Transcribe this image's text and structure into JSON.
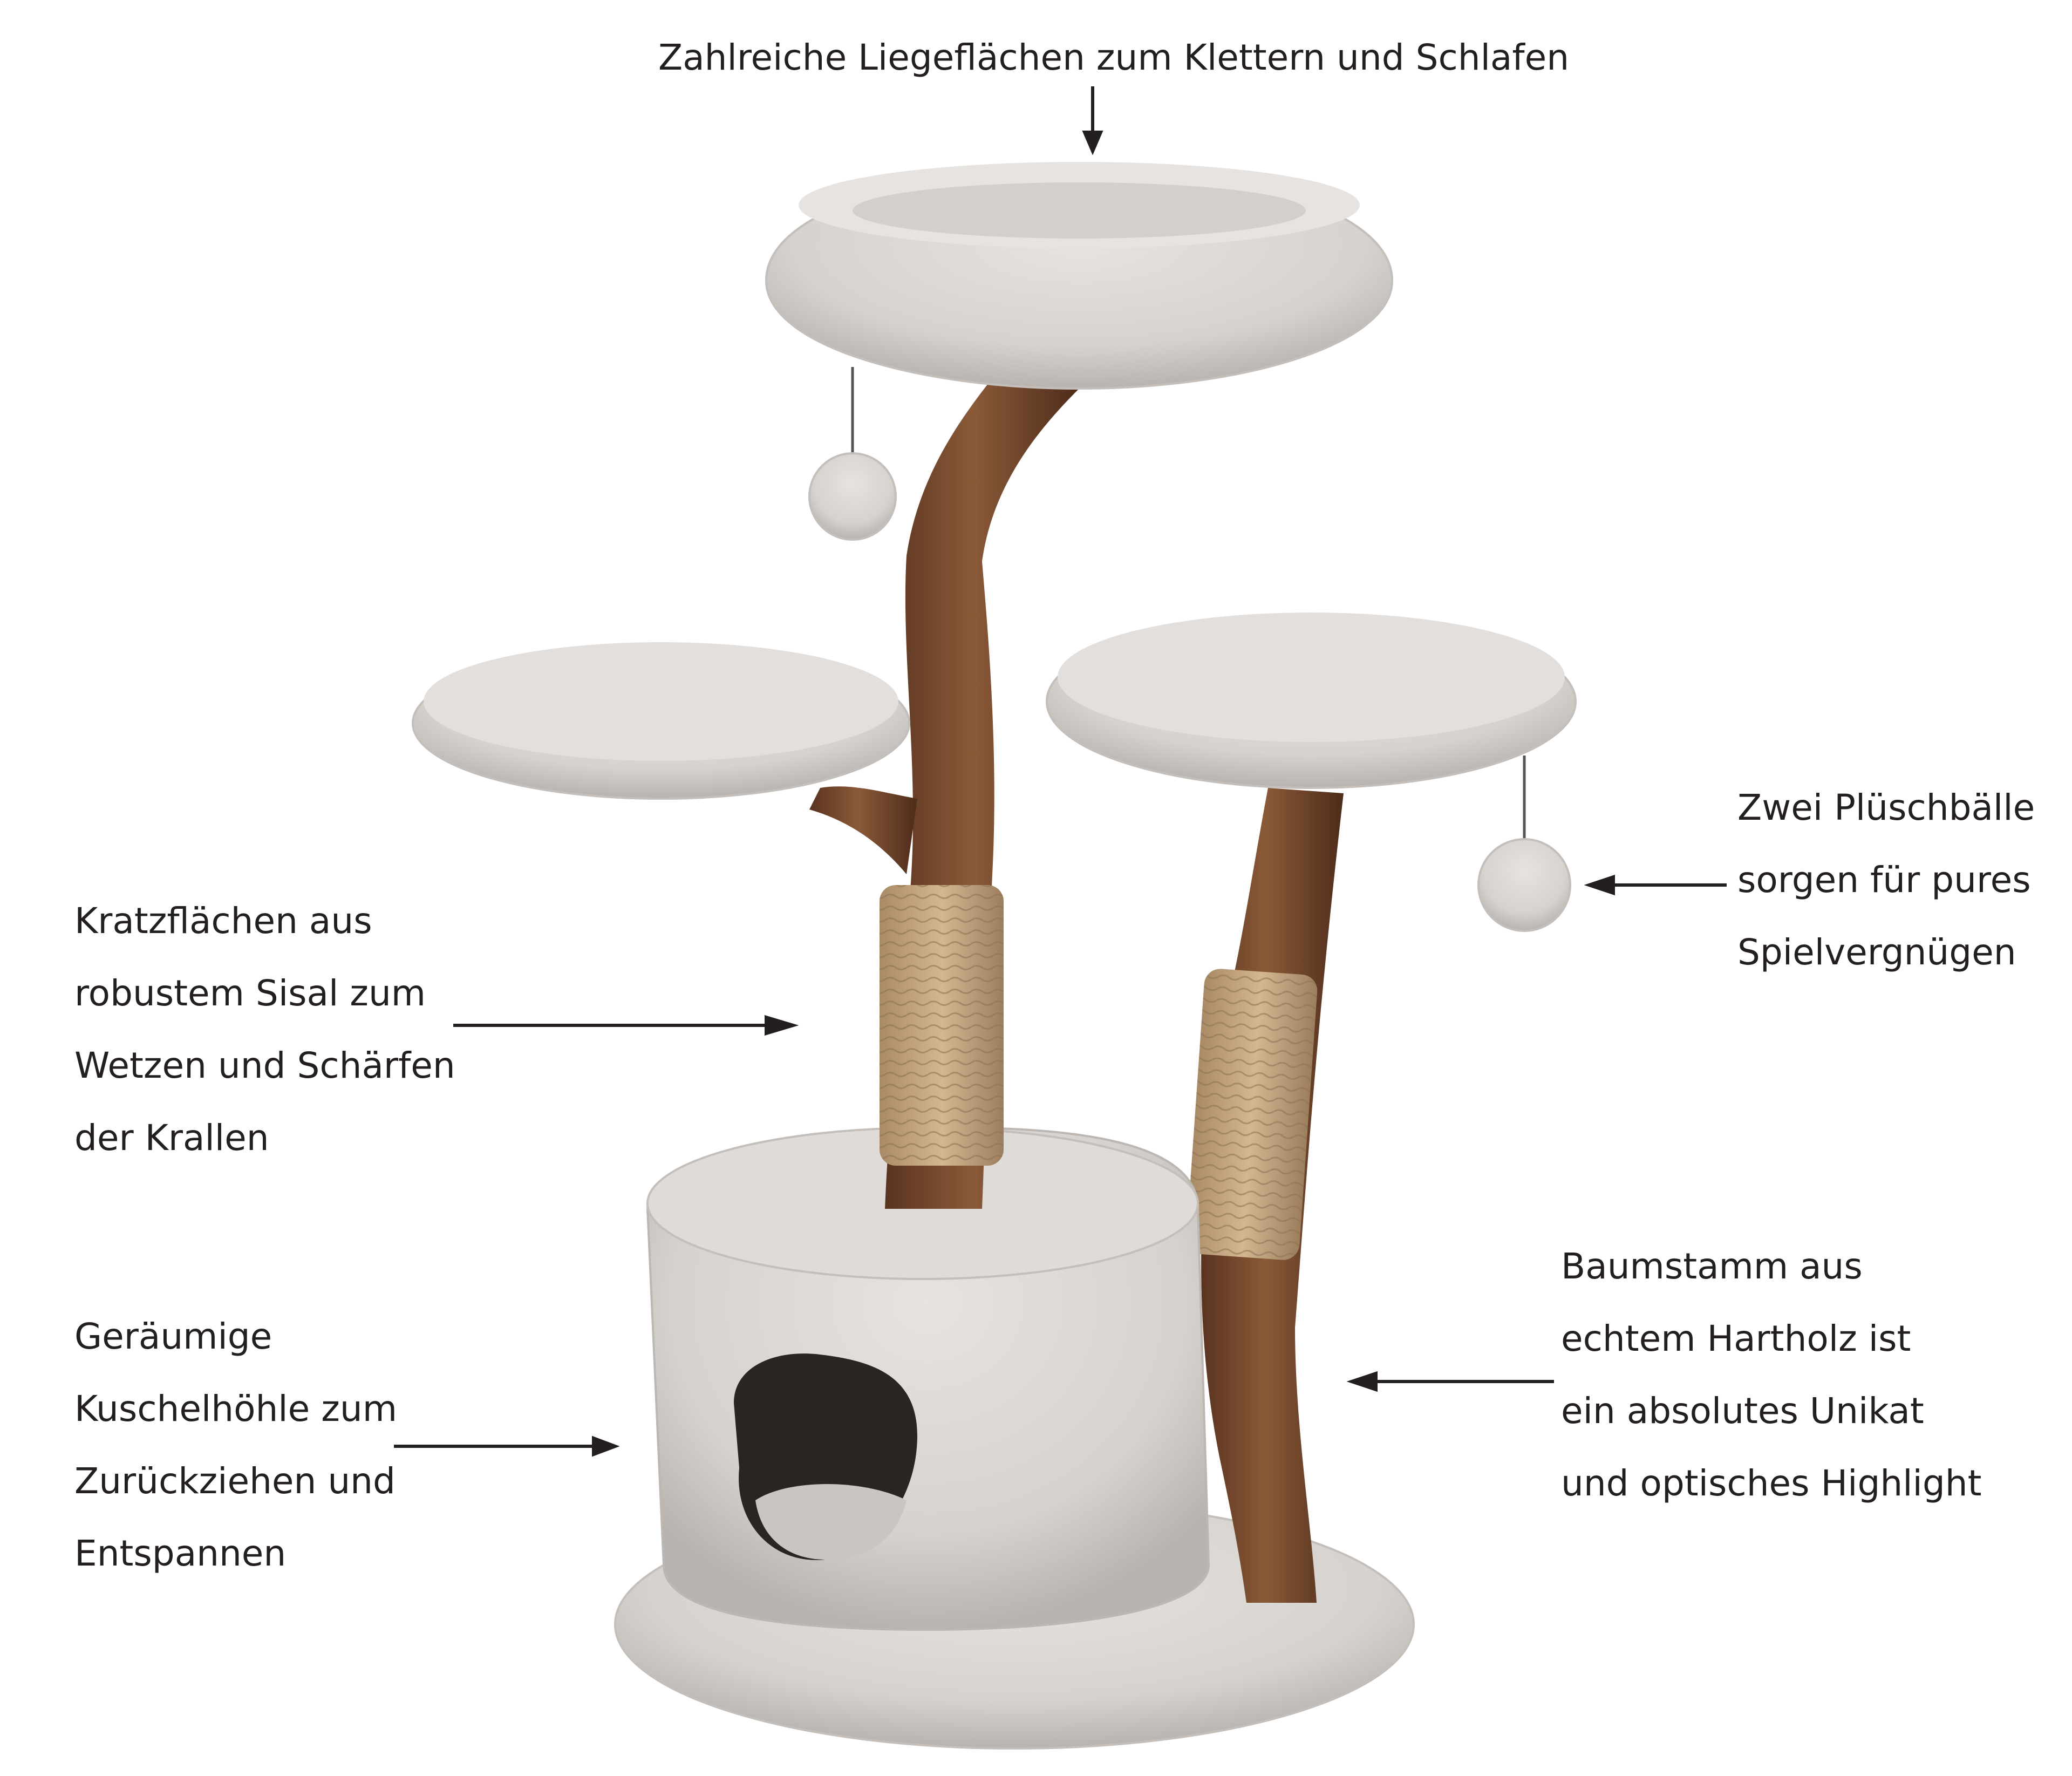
{
  "annotations": {
    "top": {
      "lines": [
        "Zahlreiche Liegeflächen zum Klettern und Schlafen"
      ]
    },
    "left_upper": {
      "lines": [
        "Kratzflächen aus",
        "robustem Sisal zum",
        "Wetzen und Schärfen",
        "der Krallen"
      ]
    },
    "left_lower": {
      "lines": [
        "Geräumige",
        "Kuschelhöhle zum",
        "Zurückziehen und",
        "Entspannen"
      ]
    },
    "right_upper": {
      "lines": [
        "Zwei Plüschbälle",
        "sorgen für pures",
        "Spielvergnügen"
      ]
    },
    "right_lower": {
      "lines": [
        "Baumstamm aus",
        "echtem Hartholz ist",
        "ein absolutes Unikat",
        "und optisches Highlight"
      ]
    }
  },
  "colors": {
    "text": "#231f20",
    "plush": "#d9d6d3",
    "plush_shadow": "#b9b5b1",
    "wood": "#7a4a2c",
    "wood_dark": "#5a3320",
    "sisal": "#c8aa86",
    "cave": "#2a2522"
  }
}
